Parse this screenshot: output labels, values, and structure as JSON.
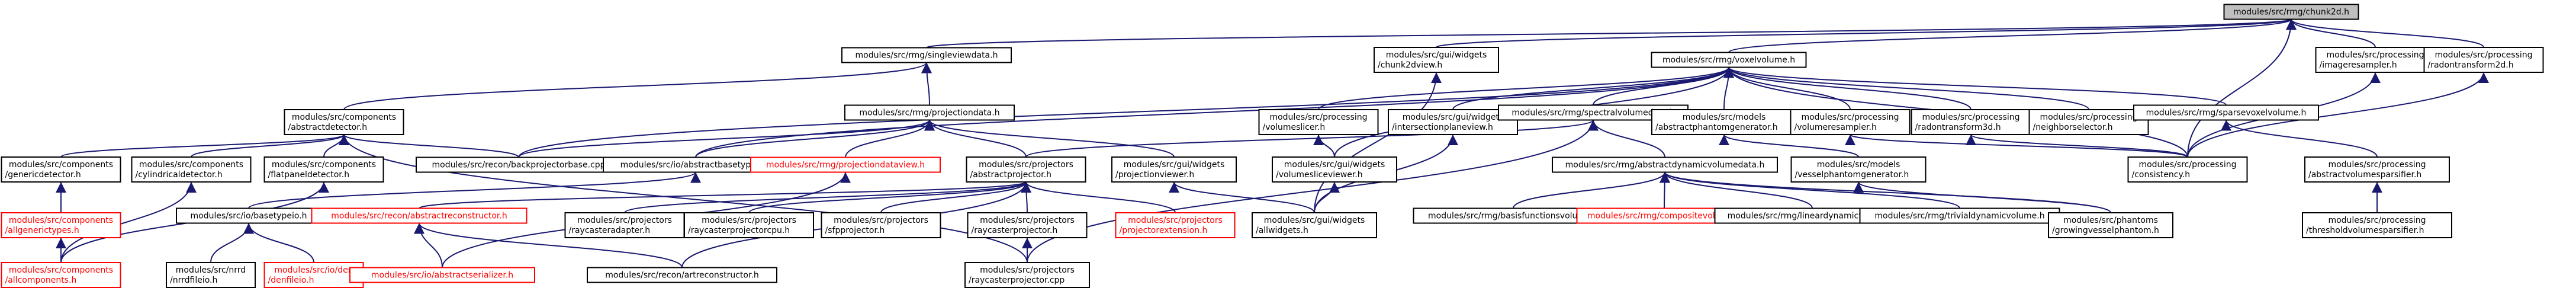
{
  "diagram": {
    "type": "include-dependency-graph",
    "colors": {
      "node_border": "#000000",
      "node_fill": "#ffffff",
      "root_fill": "#bfbfbf",
      "missing_border": "#ff0000",
      "edge": "#191970"
    },
    "nodes": [
      {
        "id": "chunk2d",
        "lines": [
          "modules/src/rmg/chunk2d.h"
        ],
        "style": "root"
      },
      {
        "id": "singleview",
        "lines": [
          "modules/src/rmg/singleviewdata.h"
        ],
        "style": "plain"
      },
      {
        "id": "chunk2dview",
        "lines": [
          "modules/src/gui/widgets",
          "/chunk2dview.h"
        ],
        "style": "plain"
      },
      {
        "id": "voxelvolume",
        "lines": [
          "modules/src/rmg/voxelvolume.h"
        ],
        "style": "plain"
      },
      {
        "id": "imageresampler",
        "lines": [
          "modules/src/processing",
          "/imageresampler.h"
        ],
        "style": "plain"
      },
      {
        "id": "radontransform2d",
        "lines": [
          "modules/src/processing",
          "/radontransform2d.h"
        ],
        "style": "plain"
      },
      {
        "id": "abstractdetector",
        "lines": [
          "modules/src/components",
          "/abstractdetector.h"
        ],
        "style": "plain"
      },
      {
        "id": "projectiondata",
        "lines": [
          "modules/src/rmg/projectiondata.h"
        ],
        "style": "plain"
      },
      {
        "id": "volumeslicer",
        "lines": [
          "modules/src/processing",
          "/volumeslicer.h"
        ],
        "style": "plain"
      },
      {
        "id": "intersectionplaneview",
        "lines": [
          "modules/src/gui/widgets",
          "/intersectionplaneview.h"
        ],
        "style": "plain"
      },
      {
        "id": "spectralvolumedata",
        "lines": [
          "modules/src/rmg/spectralvolumedata.h"
        ],
        "style": "plain"
      },
      {
        "id": "abstractphantomgenerator",
        "lines": [
          "modules/src/models",
          "/abstractphantomgenerator.h"
        ],
        "style": "plain"
      },
      {
        "id": "volumeresampler",
        "lines": [
          "modules/src/processing",
          "/volumeresampler.h"
        ],
        "style": "plain"
      },
      {
        "id": "radontransform3d",
        "lines": [
          "modules/src/processing",
          "/radontransform3d.h"
        ],
        "style": "plain"
      },
      {
        "id": "neighborselector",
        "lines": [
          "modules/src/processing",
          "/neighborselector.h"
        ],
        "style": "plain"
      },
      {
        "id": "sparsevoxelvolume",
        "lines": [
          "modules/src/rmg/sparsevoxelvolume.h"
        ],
        "style": "plain"
      },
      {
        "id": "genericdetector",
        "lines": [
          "modules/src/components",
          "/genericdetector.h"
        ],
        "style": "plain"
      },
      {
        "id": "cylindricaldetector",
        "lines": [
          "modules/src/components",
          "/cylindricaldetector.h"
        ],
        "style": "plain"
      },
      {
        "id": "flatpaneldetector",
        "lines": [
          "modules/src/components",
          "/flatpaneldetector.h"
        ],
        "style": "plain"
      },
      {
        "id": "backprojectorbase",
        "lines": [
          "modules/src/recon/backprojectorbase.cpp"
        ],
        "style": "plain"
      },
      {
        "id": "abstractbasetypeio",
        "lines": [
          "modules/src/io/abstractbasetypeio.h"
        ],
        "style": "plain"
      },
      {
        "id": "projectiondataview",
        "lines": [
          "modules/src/rmg/projectiondataview.h"
        ],
        "style": "red"
      },
      {
        "id": "abstractprojector",
        "lines": [
          "modules/src/projectors",
          "/abstractprojector.h"
        ],
        "style": "plain"
      },
      {
        "id": "projectionviewer",
        "lines": [
          "modules/src/gui/widgets",
          "/projectionviewer.h"
        ],
        "style": "plain"
      },
      {
        "id": "volumesliceviewer",
        "lines": [
          "modules/src/gui/widgets",
          "/volumesliceviewer.h"
        ],
        "style": "plain"
      },
      {
        "id": "abstractdynamicvolumedata",
        "lines": [
          "modules/src/rmg/abstractdynamicvolumedata.h"
        ],
        "style": "plain"
      },
      {
        "id": "vesselphantomgenerator",
        "lines": [
          "modules/src/models",
          "/vesselphantomgenerator.h"
        ],
        "style": "plain"
      },
      {
        "id": "consistency",
        "lines": [
          "modules/src/processing",
          "/consistency.h"
        ],
        "style": "plain"
      },
      {
        "id": "abstractvolumesparsifier",
        "lines": [
          "modules/src/processing",
          "/abstractvolumesparsifier.h"
        ],
        "style": "plain"
      },
      {
        "id": "allgenerictypes",
        "lines": [
          "modules/src/components",
          "/allgenerictypes.h"
        ],
        "style": "red"
      },
      {
        "id": "basetypeio",
        "lines": [
          "modules/src/io/basetypeio.h"
        ],
        "style": "plain"
      },
      {
        "id": "abstractreconstructor",
        "lines": [
          "modules/src/recon/abstractreconstructor.h"
        ],
        "style": "red"
      },
      {
        "id": "raycasteradapter",
        "lines": [
          "modules/src/projectors",
          "/raycasteradapter.h"
        ],
        "style": "plain"
      },
      {
        "id": "raycasterprojectorcpu",
        "lines": [
          "modules/src/projectors",
          "/raycasterprojectorcpu.h"
        ],
        "style": "plain"
      },
      {
        "id": "sfpprojector",
        "lines": [
          "modules/src/projectors",
          "/sfpprojector.h"
        ],
        "style": "plain"
      },
      {
        "id": "raycasterprojector_h",
        "lines": [
          "modules/src/projectors",
          "/raycasterprojector.h"
        ],
        "style": "plain"
      },
      {
        "id": "projectorextension",
        "lines": [
          "modules/src/projectors",
          "/projectorextension.h"
        ],
        "style": "red"
      },
      {
        "id": "allwidgets",
        "lines": [
          "modules/src/gui/widgets",
          "/allwidgets.h"
        ],
        "style": "plain"
      },
      {
        "id": "basisfunctionsvolume",
        "lines": [
          "modules/src/rmg/basisfunctionsvolume.h"
        ],
        "style": "plain"
      },
      {
        "id": "compositevolume",
        "lines": [
          "modules/src/rmg/compositevolume.h"
        ],
        "style": "red"
      },
      {
        "id": "lineardynamicvolume",
        "lines": [
          "modules/src/rmg/lineardynamicvolume.h"
        ],
        "style": "plain"
      },
      {
        "id": "trivialdynamicvolume",
        "lines": [
          "modules/src/rmg/trivialdynamicvolume.h"
        ],
        "style": "plain"
      },
      {
        "id": "growingvesselphantom",
        "lines": [
          "modules/src/phantoms",
          "/growingvesselphantom.h"
        ],
        "style": "plain"
      },
      {
        "id": "thresholdvolumesparsifier",
        "lines": [
          "modules/src/processing",
          "/thresholdvolumesparsifier.h"
        ],
        "style": "plain"
      },
      {
        "id": "allcomponents",
        "lines": [
          "modules/src/components",
          "/allcomponents.h"
        ],
        "style": "red"
      },
      {
        "id": "nrrdfileio",
        "lines": [
          "modules/src/nrrd",
          "/nrrdfileio.h"
        ],
        "style": "plain"
      },
      {
        "id": "denfileio",
        "lines": [
          "modules/src/io/den",
          "/denfileio.h"
        ],
        "style": "red"
      },
      {
        "id": "abstractserializer",
        "lines": [
          "modules/src/io/abstractserializer.h"
        ],
        "style": "red"
      },
      {
        "id": "artreconstructor",
        "lines": [
          "modules/src/recon/artreconstructor.h"
        ],
        "style": "plain"
      },
      {
        "id": "raycasterprojector_cpp",
        "lines": [
          "modules/src/projectors",
          "/raycasterprojector.cpp"
        ],
        "style": "plain"
      }
    ],
    "edges": [
      [
        "singleview",
        "chunk2d"
      ],
      [
        "chunk2dview",
        "chunk2d"
      ],
      [
        "voxelvolume",
        "chunk2d"
      ],
      [
        "imageresampler",
        "chunk2d"
      ],
      [
        "radontransform2d",
        "chunk2d"
      ],
      [
        "consistency",
        "chunk2d"
      ],
      [
        "abstractdetector",
        "singleview"
      ],
      [
        "projectiondata",
        "singleview"
      ],
      [
        "allwidgets",
        "chunk2dview"
      ],
      [
        "consistency",
        "imageresampler"
      ],
      [
        "consistency",
        "radontransform2d"
      ],
      [
        "backprojectorbase",
        "voxelvolume"
      ],
      [
        "abstractbasetypeio",
        "voxelvolume"
      ],
      [
        "volumeslicer",
        "voxelvolume"
      ],
      [
        "intersectionplaneview",
        "voxelvolume"
      ],
      [
        "spectralvolumedata",
        "voxelvolume"
      ],
      [
        "abstractphantomgenerator",
        "voxelvolume"
      ],
      [
        "volumeresampler",
        "voxelvolume"
      ],
      [
        "radontransform3d",
        "voxelvolume"
      ],
      [
        "neighborselector",
        "voxelvolume"
      ],
      [
        "sparsevoxelvolume",
        "voxelvolume"
      ],
      [
        "consistency",
        "voxelvolume"
      ],
      [
        "volumesliceviewer",
        "voxelvolume"
      ],
      [
        "genericdetector",
        "abstractdetector"
      ],
      [
        "cylindricaldetector",
        "abstractdetector"
      ],
      [
        "flatpaneldetector",
        "abstractdetector"
      ],
      [
        "backprojectorbase",
        "abstractdetector"
      ],
      [
        "raycasterprojector_cpp",
        "abstractdetector"
      ],
      [
        "backprojectorbase",
        "projectiondata"
      ],
      [
        "abstractbasetypeio",
        "projectiondata"
      ],
      [
        "projectiondataview",
        "projectiondata"
      ],
      [
        "abstractprojector",
        "projectiondata"
      ],
      [
        "projectionviewer",
        "projectiondata"
      ],
      [
        "volumesliceviewer",
        "volumeslicer"
      ],
      [
        "allwidgets",
        "intersectionplaneview"
      ],
      [
        "abstractprojector",
        "spectralvolumedata"
      ],
      [
        "abstractdynamicvolumedata",
        "spectralvolumedata"
      ],
      [
        "raycasterprojector_cpp",
        "spectralvolumedata"
      ],
      [
        "vesselphantomgenerator",
        "abstractphantomgenerator"
      ],
      [
        "consistency",
        "volumeresampler"
      ],
      [
        "consistency",
        "radontransform3d"
      ],
      [
        "abstractvolumesparsifier",
        "sparsevoxelvolume"
      ],
      [
        "allgenerictypes",
        "genericdetector"
      ],
      [
        "allcomponents",
        "allgenerictypes"
      ],
      [
        "allcomponents",
        "cylindricaldetector"
      ],
      [
        "allcomponents",
        "flatpaneldetector"
      ],
      [
        "basetypeio",
        "abstractbasetypeio"
      ],
      [
        "nrrdfileio",
        "basetypeio"
      ],
      [
        "denfileio",
        "basetypeio"
      ],
      [
        "abstractserializer",
        "projectiondataview"
      ],
      [
        "abstractreconstructor",
        "abstractprojector"
      ],
      [
        "raycasteradapter",
        "abstractprojector"
      ],
      [
        "raycasterprojectorcpu",
        "abstractprojector"
      ],
      [
        "sfpprojector",
        "abstractprojector"
      ],
      [
        "raycasterprojector_h",
        "abstractprojector"
      ],
      [
        "projectorextension",
        "abstractprojector"
      ],
      [
        "artreconstructor",
        "abstractprojector"
      ],
      [
        "allwidgets",
        "projectionviewer"
      ],
      [
        "allwidgets",
        "volumesliceviewer"
      ],
      [
        "basisfunctionsvolume",
        "abstractdynamicvolumedata"
      ],
      [
        "compositevolume",
        "abstractdynamicvolumedata"
      ],
      [
        "lineardynamicvolume",
        "abstractdynamicvolumedata"
      ],
      [
        "trivialdynamicvolume",
        "abstractdynamicvolumedata"
      ],
      [
        "growingvesselphantom",
        "abstractdynamicvolumedata"
      ],
      [
        "growingvesselphantom",
        "vesselphantomgenerator"
      ],
      [
        "thresholdvolumesparsifier",
        "abstractvolumesparsifier"
      ],
      [
        "abstractserializer",
        "abstractreconstructor"
      ],
      [
        "artreconstructor",
        "abstractreconstructor"
      ],
      [
        "raycasterprojector_cpp",
        "raycasterprojector_h"
      ]
    ]
  }
}
